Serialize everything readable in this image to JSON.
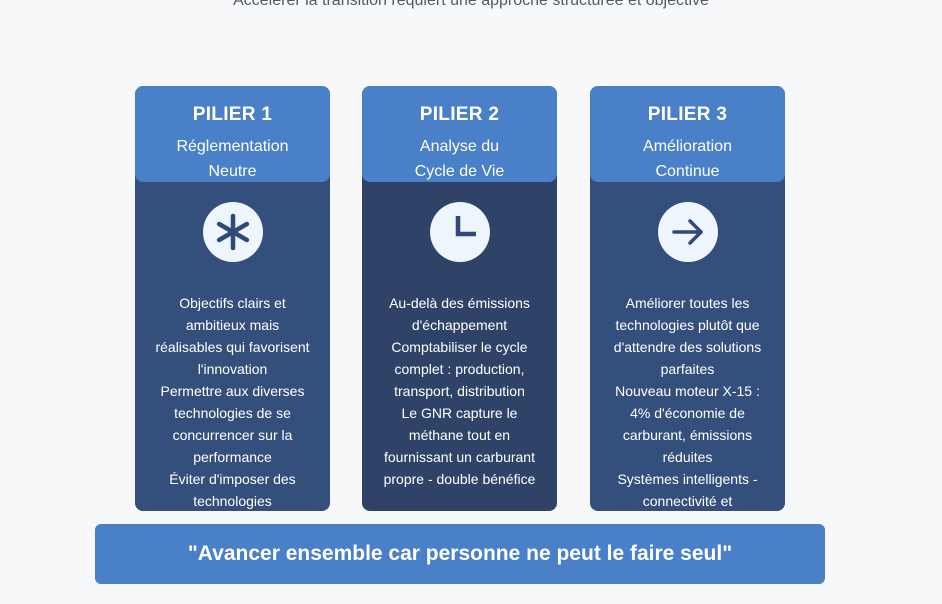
{
  "top_text": "Accélérer la transition requiert une approche structurée et objective",
  "pillars": [
    {
      "title": "PILIER 1",
      "subtitle": "Réglementation\nNeutre",
      "icon": "asterisk-icon",
      "points": [
        "Objectifs clairs et ambitieux mais réalisables qui favorisent l'innovation",
        "Permettre aux diverses technologies de se concurrencer sur la performance",
        "Éviter d'imposer des technologies"
      ]
    },
    {
      "title": "PILIER 2",
      "subtitle": "Analyse du\nCycle de Vie",
      "icon": "pie-chart-icon",
      "points": [
        "Au-delà des émissions d'échappement",
        "Comptabiliser le cycle complet : production, transport, distribution",
        "Le GNR capture le méthane tout en fournissant un carburant propre - double bénéfice"
      ]
    },
    {
      "title": "PILIER 3",
      "subtitle": "Amélioration\nContinue",
      "icon": "arrow-right-icon",
      "points": [
        "Améliorer toutes les technologies plutôt que d'attendre des solutions parfaites",
        "Nouveau moteur X-15 : 4% d'économie de carburant, émissions réduites",
        "Systèmes intelligents - connectivité et"
      ]
    }
  ],
  "banner": "\"Avancer ensemble car personne ne peut le faire seul\"",
  "colors": {
    "header_blue": "#4a80c8",
    "pillar_body": "#354f7c",
    "pillar_body_dark": "#2f4368",
    "icon_bg": "#eef5fc",
    "icon_fg": "#2f4a78"
  }
}
